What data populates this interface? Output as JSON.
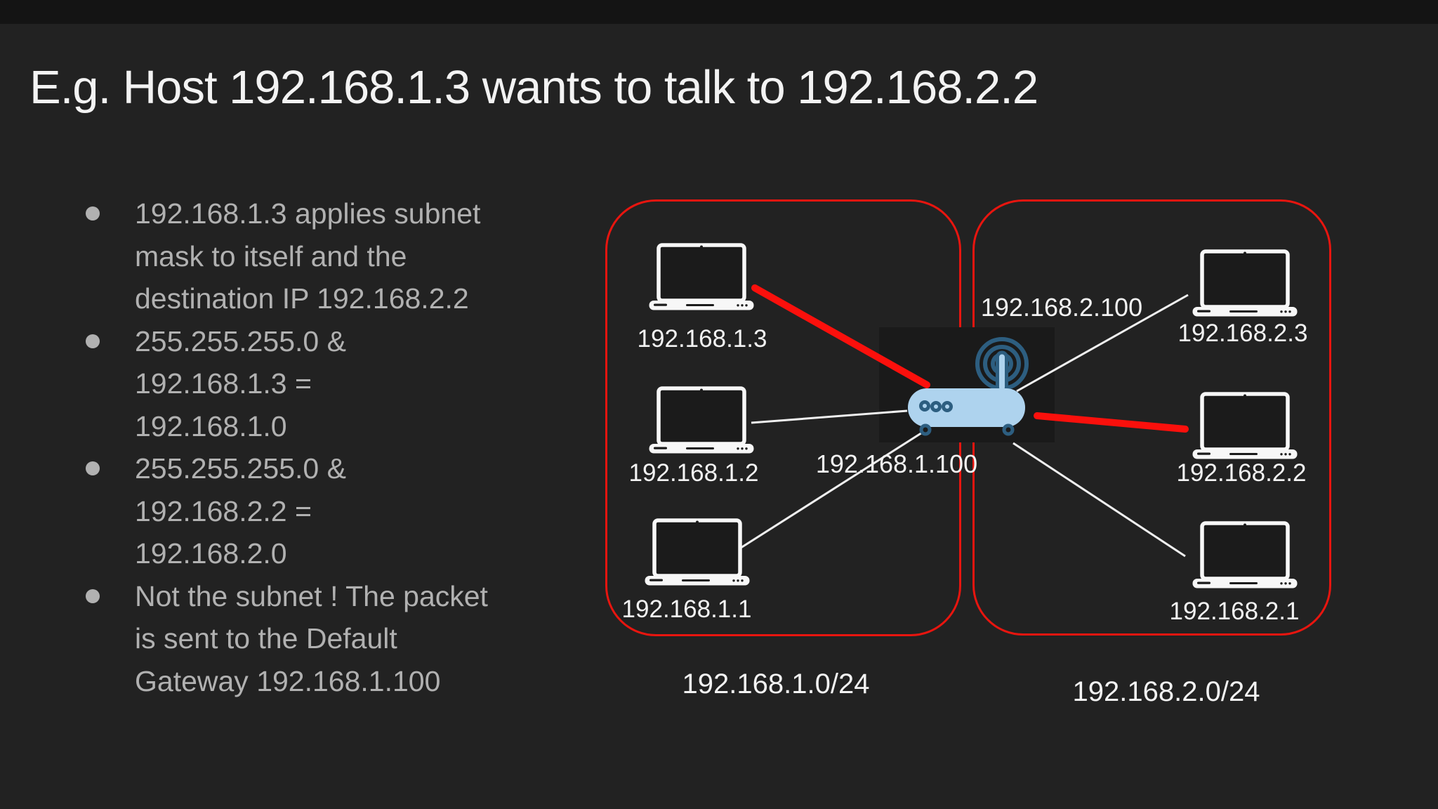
{
  "slide": {
    "title": "E.g. Host 192.168.1.3 wants to talk to 192.168.2.2",
    "bullets": [
      {
        "lines": [
          "192.168.1.3 applies subnet",
          "mask to itself and the",
          "destination IP 192.168.2.2"
        ]
      },
      {
        "lines": [
          "255.255.255.0 &",
          "192.168.1.3 =",
          "192.168.1.0"
        ]
      },
      {
        "lines": [
          "255.255.255.0 &",
          "192.168.2.2 =",
          "192.168.2.0"
        ]
      },
      {
        "lines": [
          "Not the subnet ! The packet",
          "is sent to the Default",
          "Gateway 192.168.1.100"
        ]
      }
    ]
  },
  "diagram": {
    "subnets": [
      {
        "cidr": "192.168.1.0/24"
      },
      {
        "cidr": "192.168.2.0/24"
      }
    ],
    "router": {
      "left_interface_ip": "192.168.1.100",
      "right_interface_ip": "192.168.2.100"
    },
    "hosts": [
      {
        "ip": "192.168.1.3"
      },
      {
        "ip": "192.168.1.2"
      },
      {
        "ip": "192.168.1.1"
      },
      {
        "ip": "192.168.2.3"
      },
      {
        "ip": "192.168.2.2"
      },
      {
        "ip": "192.168.2.1"
      }
    ],
    "colors": {
      "subnet_border": "#e8150f",
      "packet_path": "#fb100c",
      "link_line": "#f0f0f0",
      "router_body": "#aed3ee",
      "router_detail": "#2d5e80"
    }
  }
}
